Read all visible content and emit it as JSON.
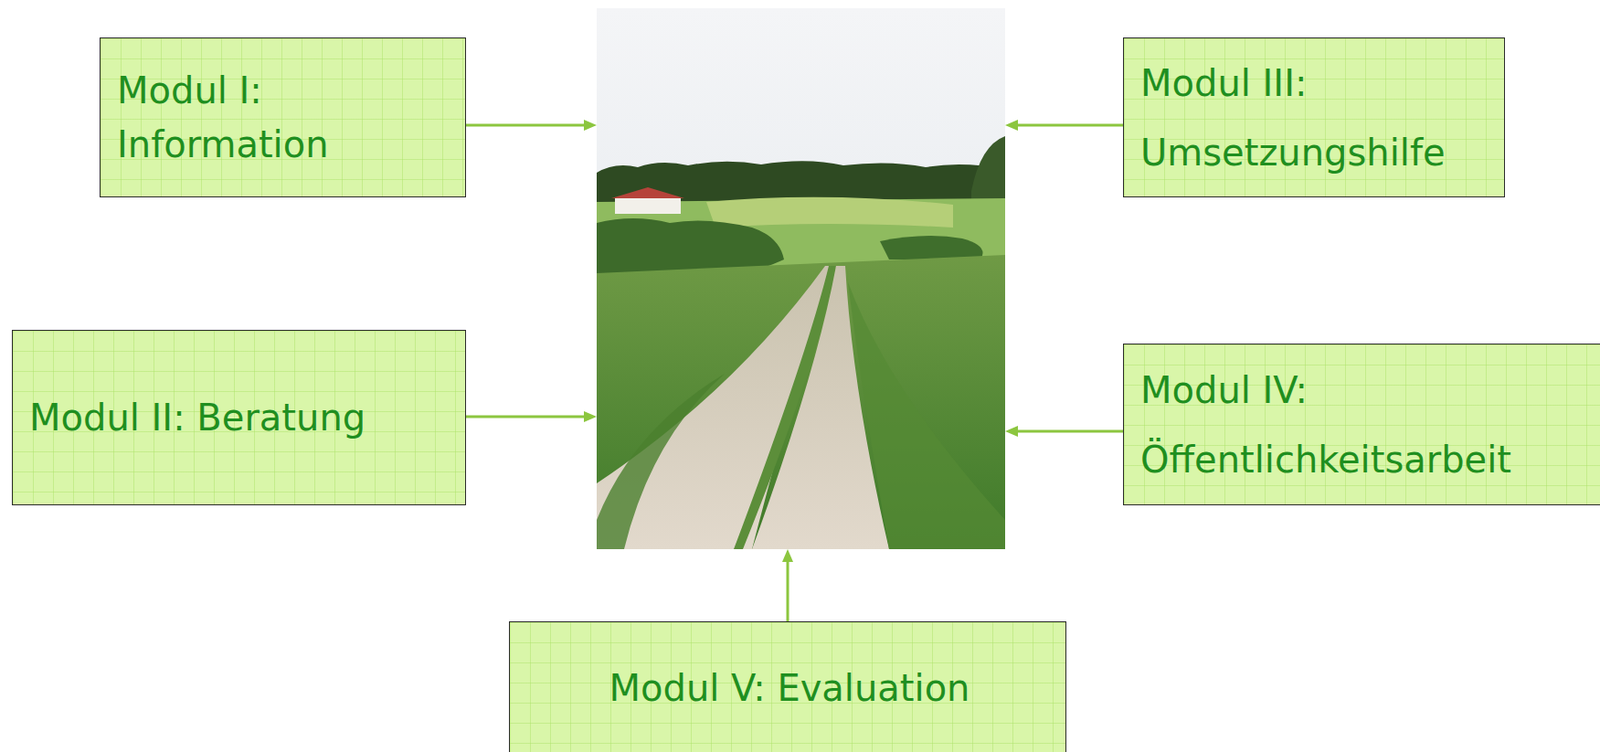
{
  "diagram": {
    "nodes": [
      {
        "text": [
          "Modul I: Information"
        ]
      },
      {
        "text": [
          "Modul II: Beratung"
        ]
      },
      {
        "text": [
          "Modul III: Umsetzungshilfe"
        ]
      },
      {
        "text": [
          "Modul IV: Öffentlichkeitsarbeit"
        ]
      },
      {
        "text": [
          "Modul V: Evaluation"
        ]
      }
    ],
    "edges": []
  }
}
